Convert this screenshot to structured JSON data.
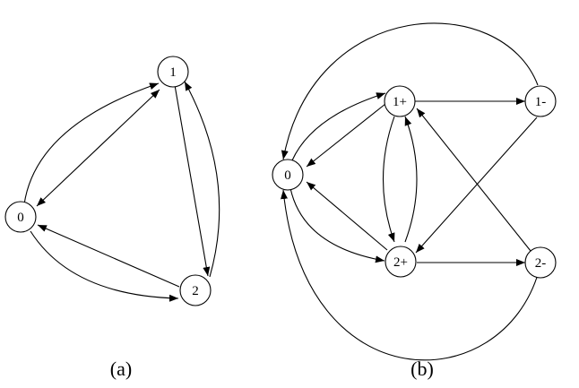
{
  "panels": {
    "a": {
      "caption": "(a)",
      "nodes": {
        "n0": "0",
        "n1": "1",
        "n2": "2"
      }
    },
    "b": {
      "caption": "(b)",
      "nodes": {
        "n0": "0",
        "n1plus": "1+",
        "n1minus": "1-",
        "n2plus": "2+",
        "n2minus": "2-"
      }
    }
  },
  "colors": {
    "stroke": "#000000",
    "background": "#ffffff"
  }
}
